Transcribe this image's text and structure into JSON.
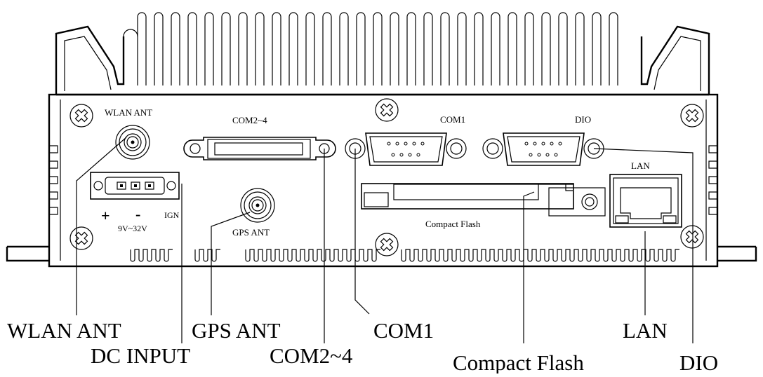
{
  "panel_labels": {
    "wlan_ant": "WLAN ANT",
    "com2_4": "COM2~4",
    "com1": "COM1",
    "dio": "DIO",
    "lan": "LAN",
    "plus": "+",
    "minus": "-",
    "ign": "IGN",
    "voltage": "9V~32V",
    "gps_ant": "GPS ANT",
    "compact_flash": "Compact Flash"
  },
  "callouts": {
    "wlan_ant": "WLAN ANT",
    "dc_input": "DC INPUT",
    "gps_ant": "GPS ANT",
    "com2_4": "COM2~4",
    "com1": "COM1",
    "compact_flash": "Compact Flash",
    "lan": "LAN",
    "dio": "DIO"
  }
}
